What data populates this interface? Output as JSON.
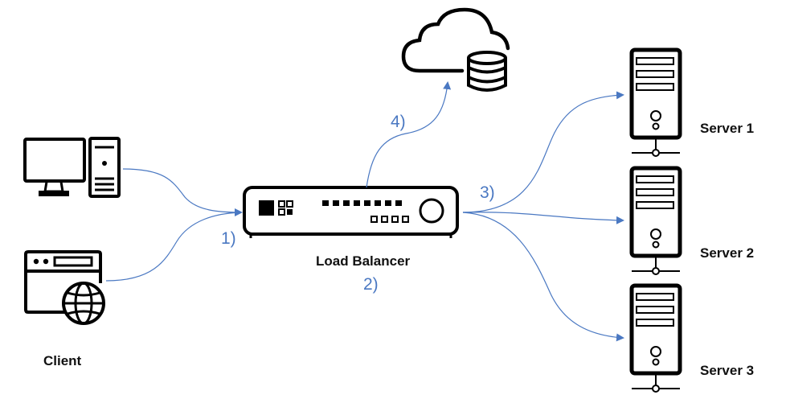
{
  "labels": {
    "client": "Client",
    "load_balancer": "Load Balancer",
    "server1": "Server 1",
    "server2": "Server 2",
    "server3": "Server 3"
  },
  "steps": {
    "s1": "1)",
    "s2": "2)",
    "s3": "3)",
    "s4": "4)"
  },
  "colors": {
    "arrow": "#4a78c2",
    "icon": "#000000",
    "step_text": "#4a78c2"
  }
}
